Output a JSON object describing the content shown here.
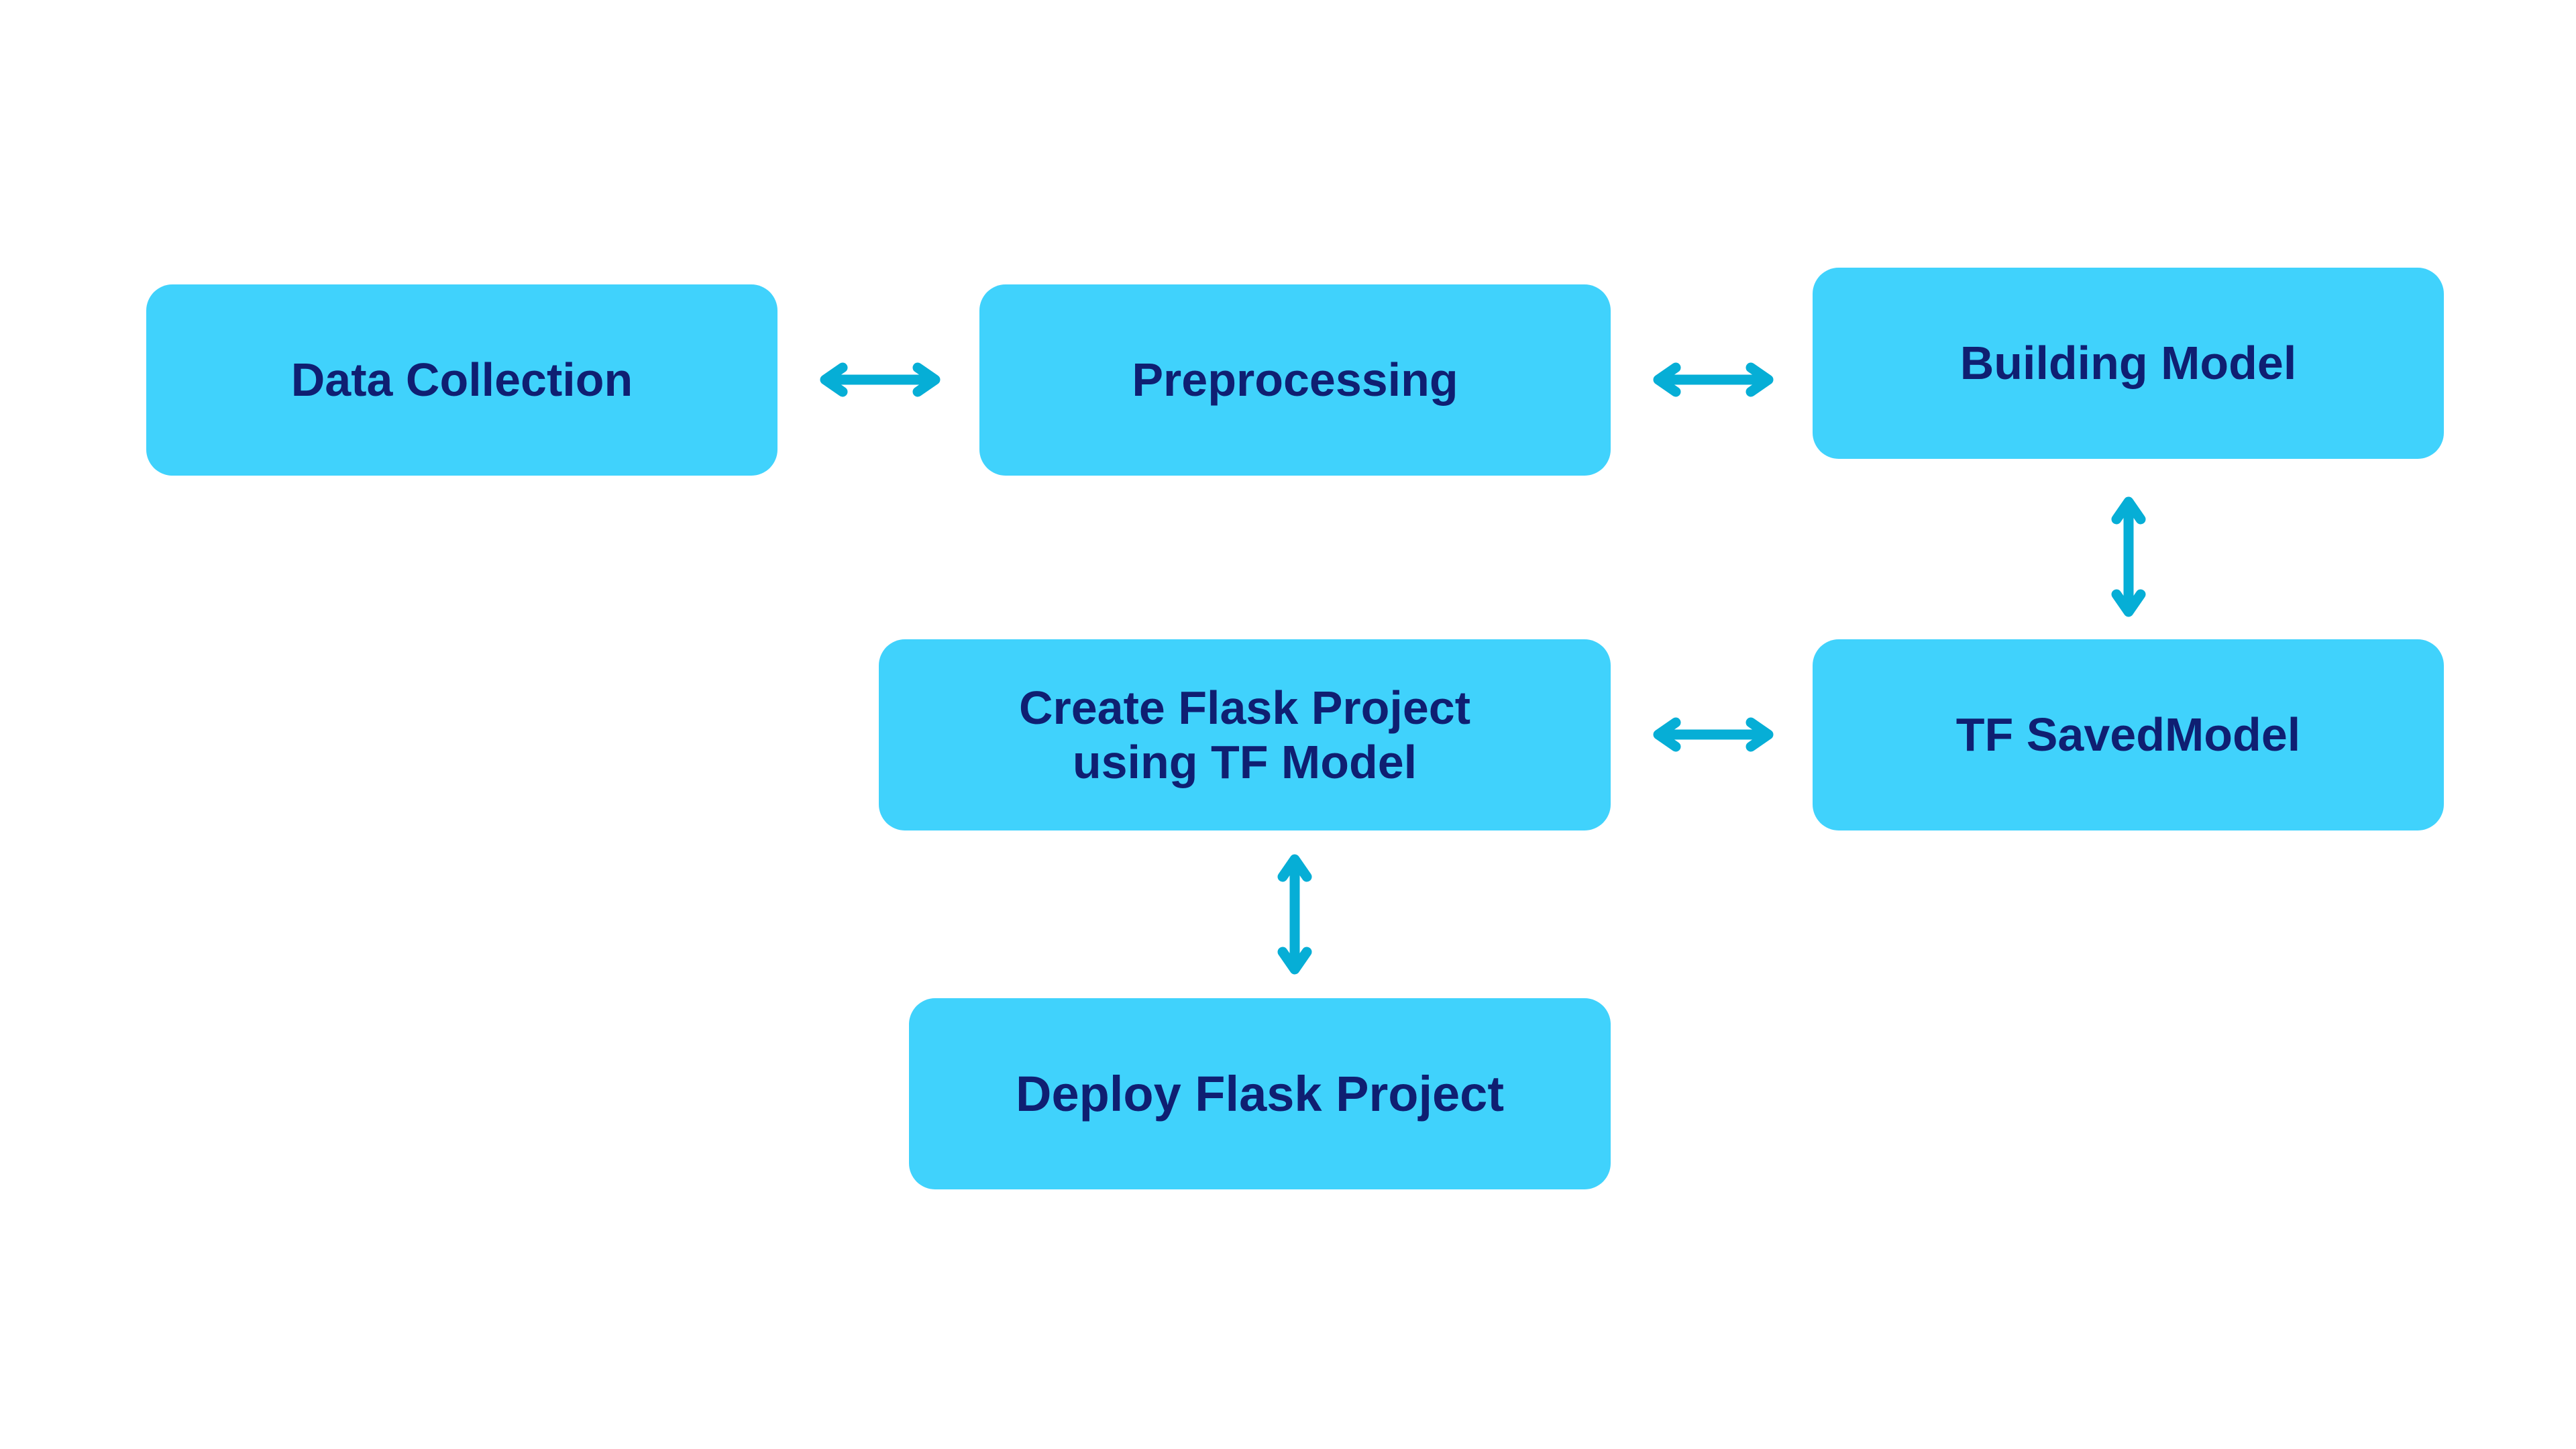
{
  "colors": {
    "background": "#ffffff",
    "node_fill": "#40d2fc",
    "node_text": "#0f1f72",
    "arrow": "#06aed6"
  },
  "nodes": {
    "data_collection": "Data Collection",
    "preprocessing": "Preprocessing",
    "building_model": "Building Model",
    "tf_savedmodel": "TF SavedModel",
    "create_flask": "Create Flask Project\nusing TF Model",
    "deploy_flask": "Deploy Flask Project"
  },
  "connections": [
    {
      "from": "data_collection",
      "to": "preprocessing",
      "direction": "bidirectional"
    },
    {
      "from": "preprocessing",
      "to": "building_model",
      "direction": "bidirectional"
    },
    {
      "from": "building_model",
      "to": "tf_savedmodel",
      "direction": "bidirectional"
    },
    {
      "from": "tf_savedmodel",
      "to": "create_flask",
      "direction": "bidirectional"
    },
    {
      "from": "create_flask",
      "to": "deploy_flask",
      "direction": "bidirectional"
    }
  ]
}
